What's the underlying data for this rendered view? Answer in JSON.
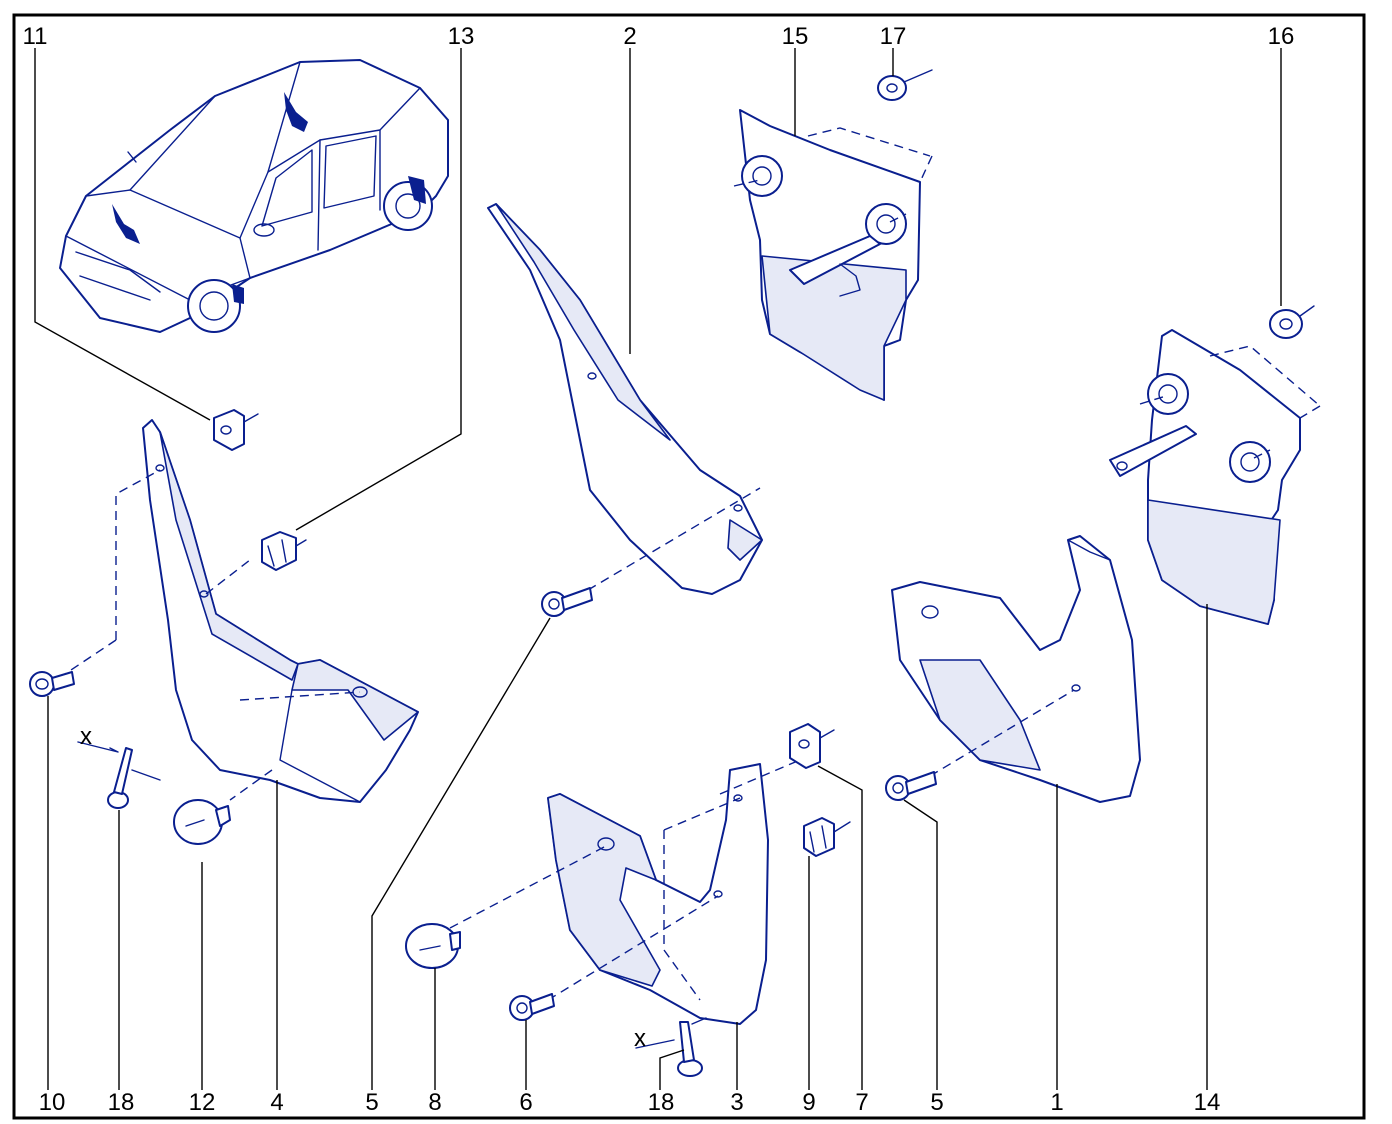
{
  "callouts_top": [
    "11",
    "13",
    "2",
    "15",
    "17",
    "16"
  ],
  "callouts_bottom": [
    "10",
    "18",
    "12",
    "4",
    "5",
    "8",
    "6",
    "18",
    "3",
    "9",
    "7",
    "5",
    "1",
    "14"
  ],
  "marks": {
    "dimension_x_left": "x",
    "dimension_x_right": "x"
  },
  "colors": {
    "line": "#0a1f8f",
    "frame": "#000000",
    "label": "#000000"
  }
}
